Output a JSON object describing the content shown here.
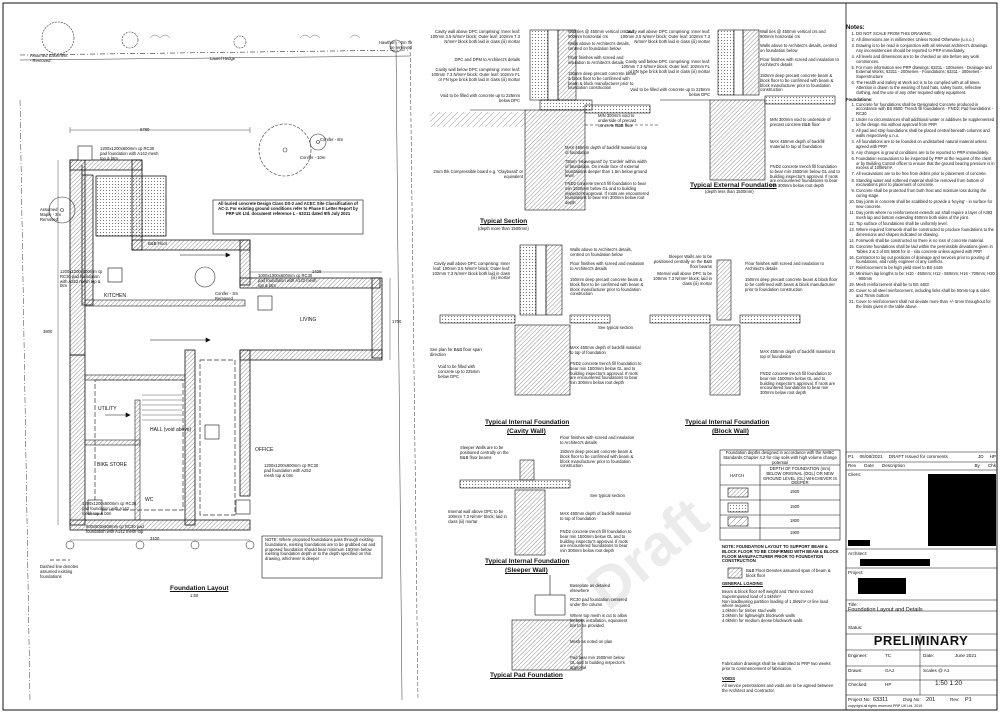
{
  "drawing": {
    "main_plan_label": "Foundation Layout",
    "plan_scale": "1:50",
    "section_labels": [
      {
        "title": "Typical Section",
        "sub": "(depth more than 1500mm)"
      },
      {
        "title": "Typical External Foundation",
        "sub": "(depth less than 1500mm)"
      },
      {
        "title": "Typical Internal Foundation",
        "sub": "(Cavity Wall)"
      },
      {
        "title": "Typical Internal Foundation",
        "sub": "(Block Wall)"
      },
      {
        "title": "Typical Internal Foundation",
        "sub": "(Sleeper Wall)"
      },
      {
        "title": "Typical Pad Foundation",
        "sub": ""
      }
    ],
    "plan_texts": {
      "assumed_easement": "Assumed Easement - Removed",
      "hawthorn": "Hawthorn - 2m To be removed",
      "laurel_hedge": "Laurel Hedge",
      "conifer_10": "Conifer - 10m",
      "conifer_8": "Conifer - 8m",
      "conifer_3": "Conifer - 3m Removed",
      "maple": "Assumed Maple - 3m Removed",
      "kitchen": "KITCHEN",
      "living": "LIVING",
      "utility": "UTILITY",
      "hall": "HALL (void above)",
      "bike_store": "BIKE STORE",
      "office": "OFFICE",
      "wc": "WC",
      "existing_foundations": "Dashed line denotes assumed existing foundations",
      "pad1": "1200x1200x600mm cp RC30 pad foundation with A142 mesh top & btm",
      "pad2": "1200x1200x600mm cp RC30 pad foundation with A252 mesh top & btm",
      "pad3": "1000x1000x600mm cp RC30 pad foundation with A142 mesh top & btm",
      "pad4": "1200x1200x600mm cp RC30 pad foundation with A142 mesh top & btm",
      "pad5": "1200x1200x600mm cp RC30 pad foundation with A252 mesh top & btm",
      "pad6": "800x800x600mm cp RC30 pad foundation with A142 mesh top",
      "sbb_floor": "B&B Floor",
      "dims": [
        "6780",
        "3800",
        "3100",
        "1428",
        "375",
        "1700",
        "2100"
      ],
      "concrete_note": "All buried concrete Design Class DS-2 and ACEC Site Classification of AC-2. For existing ground conditions refer to Phase II Letter Report by PRP UK Ltd. document reference L - 63311 dated 9th July 2021",
      "note_proposed": "NOTE: Where proposed foundations pass through existing foundations, existing foundations are to be grubbed out and proposed foundation should bear minimum 150mm below existing foundation depth or to the depth specified on this drawing, whichever is deeper"
    },
    "section_notes": {
      "wall_ties": "Wall ties @ 450mm vertical crs and 900mm horizontal crs",
      "walls_above": "Walls above to Architect's details, centred on foundation below",
      "floor_finishes": "Floor finishes with screed and insulation to Architect's details",
      "dpc_comp": "Cavity wall above DPC comprising: Inner leaf: 100mm 3.5 N/mm² block; Outer leaf: 102mm 7.3 N/mm² block both laid in class (iii) mortar",
      "dpc_below": "Cavity wall below DPC comprising: Inner leaf: 100mm 7.3 N/mm² block; Outer leaf: 102mm FL or FN type brick both laid in class (iii) mortar",
      "dpc_dpm": "DPC and DPM to Architect's details",
      "beam_block": "150mm deep precast concrete beam & block floor to be confirmed with beam & block manufacturer prior to foundation construction",
      "void_fill": "Void to be filled with concrete up to 225mm below DPC",
      "min_300": "MIN 300mm void to underside of precast concrete B&B floor",
      "max_450": "MAX 450mm depth of backfill material to top of foundation",
      "clay_heave": "75mm 'Heaveguard' by 'Cordek' within width of foundation. On inside face of external foundations deeper than 1.5m below ground level",
      "fnd2": "FND2 concrete trench fill foundation to bear min 1500mm below GL and to building inspector's approval. If roots are encountered foundations to bear min 300mm below root depth",
      "cavity_comp": "2mm thk Compressible board e.g. 'Clayboard' or equivalent",
      "see_typical": "See typical section",
      "see_plan": "See plan for B&B floor span direction",
      "int_wall": "Internal wall above DPC to be 100mm 7.3 N/mm² block; laid in class (iii) mortar",
      "sleeper": "Sleeper Walls are to be positioned centrally on the B&B floor beams",
      "baseplate": "Baseplate as detailed elsewhere",
      "rc30_pad": "RC30 pad foundation centered under the column",
      "debond": "Where top mesh is cut to allow for bolts installation, equivalent bar to be provided",
      "mesh_plan": "Mesh as noted on plan",
      "pad_bear": "Pad bear min 1500mm below GL and to building inspector's approval",
      "depth_table_title": "Foundation depths designed in accordance with the NHBC Standards Chapter 4.2 for clay soils with high volume change potential",
      "depth_table_head": "DEPTH OF FOUNDATION (mm) BELOW ORIGINAL (OGL) OR NEW GROUND LEVEL (GL) WHICHEVER IS DEEPER",
      "depth_values": [
        "1500",
        "1500",
        "1800",
        "1900"
      ],
      "hatch_label": "HATCH",
      "layout_note": "NOTE: FOUNDATION LAYOUT TO SUPPORT BEAM & BLOCK FLOOR TO BE CONFIRMED WITH BEAM & BLOCK FLOOR MANUFACTURER PRIOR TO FOUNDATION CONSTRUCTION",
      "bb_floor_note": "B&B Floor Denotes assumed span of beam & block floor",
      "general_loading": "GENERAL LOADING",
      "loading_items": [
        "Beam & block floor self weight and 75mm screed",
        "Superimposed load of 1.5kN/m²",
        "Non loadbearing partition loading of 1.0kN/m² or line load where required",
        "1.0kN/m for timber stud walls",
        "3.0kN/m for lightweight blockwork walls",
        "4.0kN/m for medium dense blockwork walls"
      ],
      "fabrication": "Fabrication drawings shall be submitted to PRP two weeks prior to commencement of fabrication.",
      "voids_title": "VOIDS",
      "voids_text": "All service penetrations and voids are to be agreed between the Architect and Contractor."
    },
    "watermark": "Draft"
  },
  "notes": {
    "heading": "Notes:",
    "items": [
      "DO NOT SCALE FROM THIS DRAWING.",
      "All dimensions are in millimetres Unless Noted Otherwise (u.n.o.)",
      "Drawing is to be read in conjunction with all relevant architect's drawings. Any inconsistencies should be reported to PRP immediately.",
      "All levels and dimensions are to be checked on site before any work commences.",
      "For more information see PRP drawings: 63311 - 100series - Drainage and External Works; 63311 - 200series - Foundations; 63311 - 300series - Superstructure",
      "The Health and Safety at Work act is to be complied with at all times. Attention is drawn to the wearing of hard hats, safety boots, reflective clothing, and the use of any other required safety equipment.",
      "Foundations:",
      "Concrete for foundations shall be Designated Concrete produced in accordance with BS 8500: Trench fill foundations - FND2; Pad foundations - RC30",
      "Under no circumstances shall additional water or additives be supplemented to the design mix without approval from PRP.",
      "All pad and strip foundations shall be placed central beneath columns and walls respectively u.n.o.",
      "All foundations are to be founded on undisturbed natural material unless agreed with PRP.",
      "Any changes in ground conditions are to be reported to PRP immediately.",
      "Foundation excavations to be inspected by PRP at the request of the client or by Building Control officer to ensure that the ground bearing pressure is in excess of 100kN/m².",
      "All excavations are to be free from debris prior to placement of concrete.",
      "Standing water and softened material shall be removed from bottom of excavations prior to placement of concrete.",
      "Concrete shall be protected from both frost and moisture loss during the curing stage.",
      "Day joints in concrete shall be scabbled to provide a 'keying' - in surface for new concrete.",
      "Day joints where no reinforcement extends out shall require a layer of A393 mesh lap and bottom extending 450mm both sides of the joint.",
      "Top surface of foundations shall be uniformly level.",
      "Where required formwork shall be constructed to produce foundations to the dimensions and shapes indicated on drawing.",
      "Formwork shall be constructed so there is no loss of concrete material.",
      "Concrete foundations shall be laid within the permissible deviations given in Tables 2 & 3 of BS 5606 for in - situ concrete unless agreed with PRP.",
      "Contractor to lay out positions of drainage and services prior to pouring of foundations, and notify engineer of any conflicts.",
      "Reinforcement to be high yield steel to BS 4449",
      "Minimum lap lengths to be: H10 - 450mm; H12 - 550mm; H16 - 700mm; H20 - 900mm",
      "Mesh reinforcement shall be to BS 4483",
      "Cover to all steel reinforcement, including links shall be 50mm top & sides and 75mm bottom",
      "Cover to reinforcement shall not deviate more than +/- 5mm throughout for the limits given in the table above"
    ]
  },
  "title_block": {
    "revision_row": {
      "rev": "P1",
      "date": "06/08/2021",
      "desc": "DRAFT Issued for comments",
      "by": "JD",
      "chk": "HP"
    },
    "rev_headers": [
      "Rev",
      "Date",
      "Description",
      "By",
      "Chk"
    ],
    "client_label": "Client:",
    "architect_label": "Architect:",
    "project_label": "Project:",
    "title_label": "Title:",
    "title_value": "Foundation Layout and Details",
    "status_label": "Status:",
    "status_value": "PRELIMINARY",
    "engineer_label": "Engineer:",
    "engineer_value": "TC",
    "date_label": "Date:",
    "date_value": "June 2021",
    "drawn_label": "Drawn:",
    "drawn_value": "GAJ",
    "scales_label": "Scales @ A1",
    "checked_label": "Checked:",
    "checked_value": "HP",
    "scale_value": "1:50 1:20",
    "project_no_label": "Project No:",
    "project_no_value": "63311",
    "dwg_no_label": "Dwg No:",
    "dwg_no_value": "201",
    "rev_label": "Rev:",
    "rev_value": "P1",
    "copyright": "copyright all rights reserved PRP UK Ltd. 2019"
  },
  "colors": {
    "ink": "#111111",
    "hatch": "#555555",
    "redact": "#000000",
    "paper": "#ffffff"
  }
}
